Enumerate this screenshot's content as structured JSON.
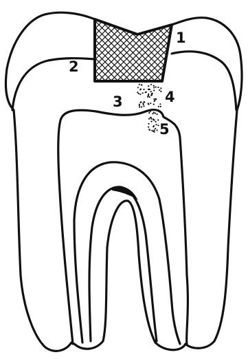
{
  "labels": [
    {
      "id": "1",
      "text": "1"
    },
    {
      "id": "2",
      "text": "2"
    },
    {
      "id": "3",
      "text": "3"
    },
    {
      "id": "4",
      "text": "4"
    },
    {
      "id": "5",
      "text": "5"
    }
  ],
  "colors": {
    "stroke": "#111111",
    "background": "#ffffff"
  }
}
